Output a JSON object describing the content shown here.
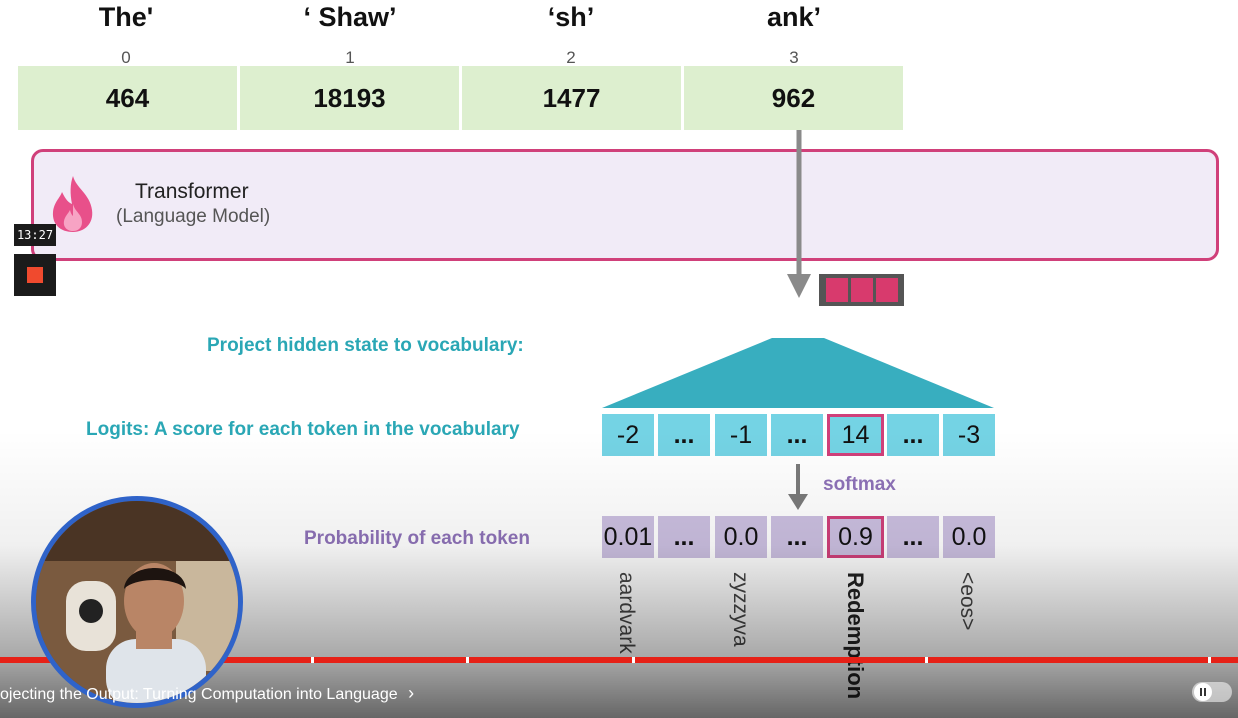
{
  "tokens": [
    {
      "text": "The'",
      "index": "0",
      "id": "464"
    },
    {
      "text": "‘  Shaw’",
      "index": "1",
      "id": "18193"
    },
    {
      "text": "‘sh’",
      "index": "2",
      "id": "1477"
    },
    {
      "text": "ank’",
      "index": "3",
      "id": "962"
    }
  ],
  "transformer": {
    "title": "Transformer",
    "subtitle": "(Language Model)"
  },
  "recorder": {
    "timer": "13:27"
  },
  "labels": {
    "project": "Project hidden state to vocabulary:",
    "logits": "Logits: A score for each token in the vocabulary",
    "prob": "Probability of each token",
    "softmax": "softmax"
  },
  "logits": [
    "-2",
    "...",
    "-1",
    "...",
    "14",
    "...",
    "-3"
  ],
  "probs": [
    "0.01",
    "...",
    "0.0",
    "...",
    "0.9",
    "...",
    "0.0"
  ],
  "vocab": [
    "aardvark",
    "zyzzyva",
    "Redemption",
    "<eos>"
  ],
  "player": {
    "chapter_title": "ojecting the Output: Turning Computation into Language",
    "progress_fraction": 1.0
  },
  "colors": {
    "accent": "#d0407a",
    "teal": "#2aa7b5",
    "purple": "#8e72b8",
    "token_bg": "#ddefcf"
  }
}
